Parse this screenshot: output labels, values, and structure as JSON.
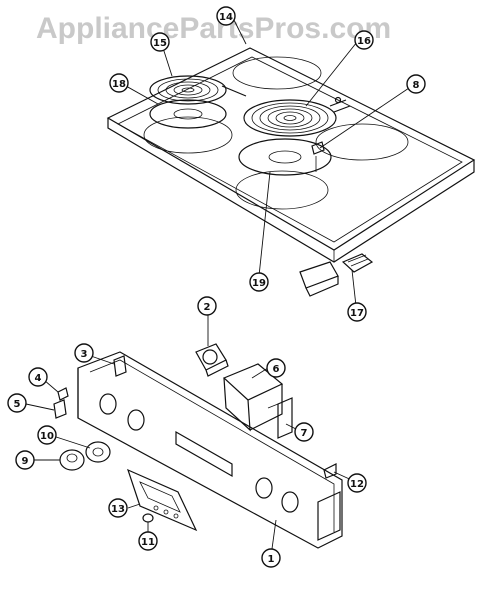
{
  "watermark": "AppliancePartsPros.com",
  "callouts": [
    {
      "id": "1",
      "label": "1"
    },
    {
      "id": "2",
      "label": "2"
    },
    {
      "id": "3",
      "label": "3"
    },
    {
      "id": "4",
      "label": "4"
    },
    {
      "id": "5",
      "label": "5"
    },
    {
      "id": "6",
      "label": "6"
    },
    {
      "id": "7",
      "label": "7"
    },
    {
      "id": "8",
      "label": "8"
    },
    {
      "id": "9",
      "label": "9"
    },
    {
      "id": "10",
      "label": "10"
    },
    {
      "id": "11",
      "label": "11"
    },
    {
      "id": "12",
      "label": "12"
    },
    {
      "id": "13",
      "label": "13"
    },
    {
      "id": "14",
      "label": "14"
    },
    {
      "id": "15",
      "label": "15"
    },
    {
      "id": "16",
      "label": "16"
    },
    {
      "id": "17",
      "label": "17"
    },
    {
      "id": "18",
      "label": "18"
    },
    {
      "id": "19",
      "label": "19"
    }
  ]
}
